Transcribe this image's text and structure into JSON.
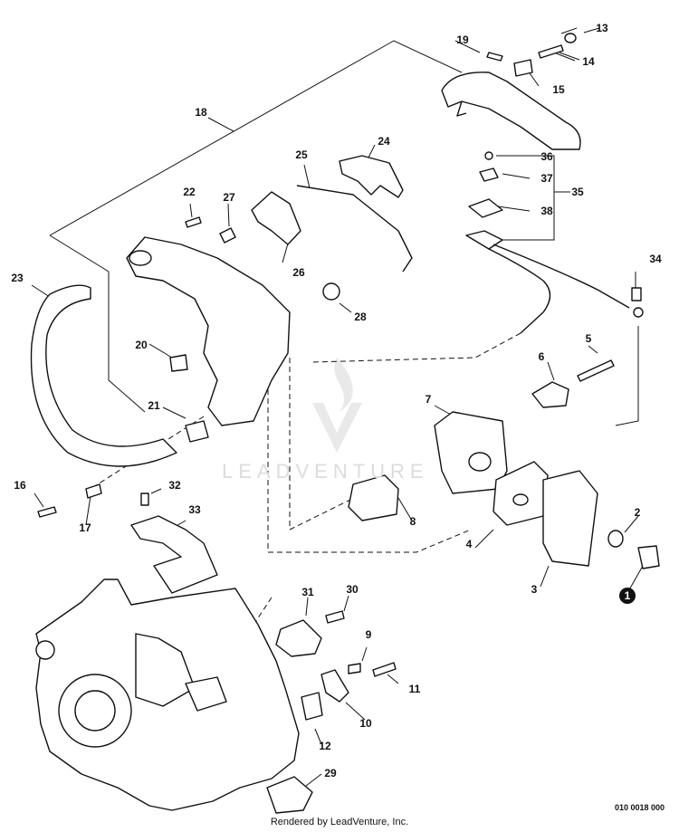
{
  "watermark": "LEADVENTURE",
  "footer": {
    "rendered_by": "Rendered by LeadVenture, Inc.",
    "diagram_code": "010 0018 000"
  },
  "callouts": {
    "c1": "1",
    "c2": "2",
    "c3": "3",
    "c4": "4",
    "c5": "5",
    "c6": "6",
    "c7": "7",
    "c8": "8",
    "c9": "9",
    "c10": "10",
    "c11": "11",
    "c12": "12",
    "c13": "13",
    "c14": "14",
    "c15": "15",
    "c16": "16",
    "c17": "17",
    "c18": "18",
    "c19": "19",
    "c20": "20",
    "c21": "21",
    "c22": "22",
    "c23": "23",
    "c24": "24",
    "c25": "25",
    "c26": "26",
    "c27": "27",
    "c28": "28",
    "c29": "29",
    "c30": "30",
    "c31": "31",
    "c32": "32",
    "c33": "33",
    "c34": "34",
    "c35": "35",
    "c36": "36",
    "c37": "37",
    "c38": "38"
  }
}
